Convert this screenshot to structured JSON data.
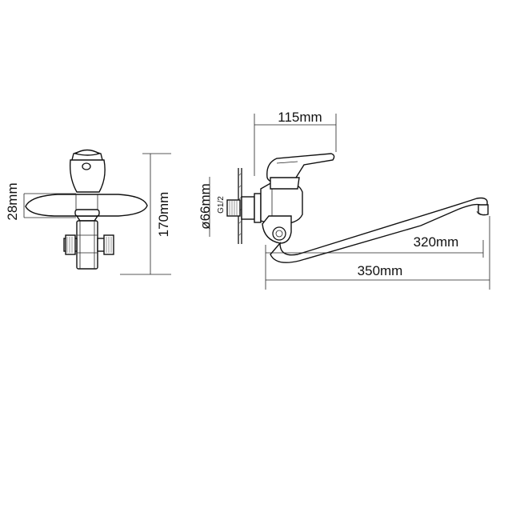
{
  "dimensions": {
    "spout_height": "115mm",
    "lever_offset": "28mm",
    "overall_height": "170mm",
    "flange_diameter": "ø66mm",
    "thread": "G1/2",
    "reach_inner": "320mm",
    "reach_outer": "350mm"
  }
}
